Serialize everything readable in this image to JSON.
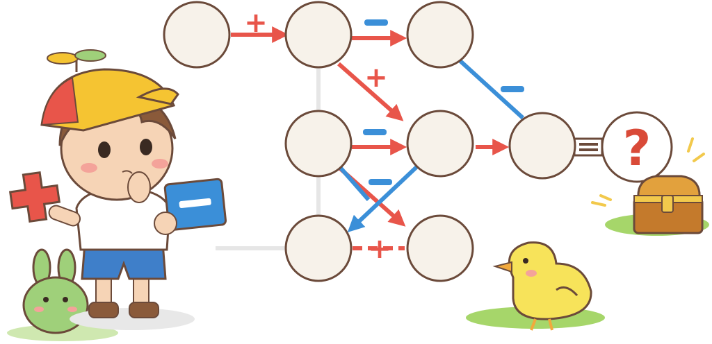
{
  "puzzle": {
    "nodes": [
      {
        "id": "n1",
        "value": ""
      },
      {
        "id": "n2",
        "value": ""
      },
      {
        "id": "n3",
        "value": ""
      },
      {
        "id": "n4",
        "value": ""
      },
      {
        "id": "n5",
        "value": ""
      },
      {
        "id": "n6",
        "value": ""
      },
      {
        "id": "n7",
        "value": ""
      },
      {
        "id": "n8",
        "value": ""
      },
      {
        "id": "n9",
        "value": ""
      }
    ],
    "operators": {
      "plus": "+",
      "minus": "−",
      "equals": "=",
      "unknown": "?"
    },
    "colors": {
      "plus": "#e8554a",
      "minus": "#3b8fd8",
      "node_fill": "#f7f2ea",
      "node_stroke": "#6b4a3a"
    }
  },
  "cards": {
    "plus_card": "+",
    "minus_card": "−"
  }
}
